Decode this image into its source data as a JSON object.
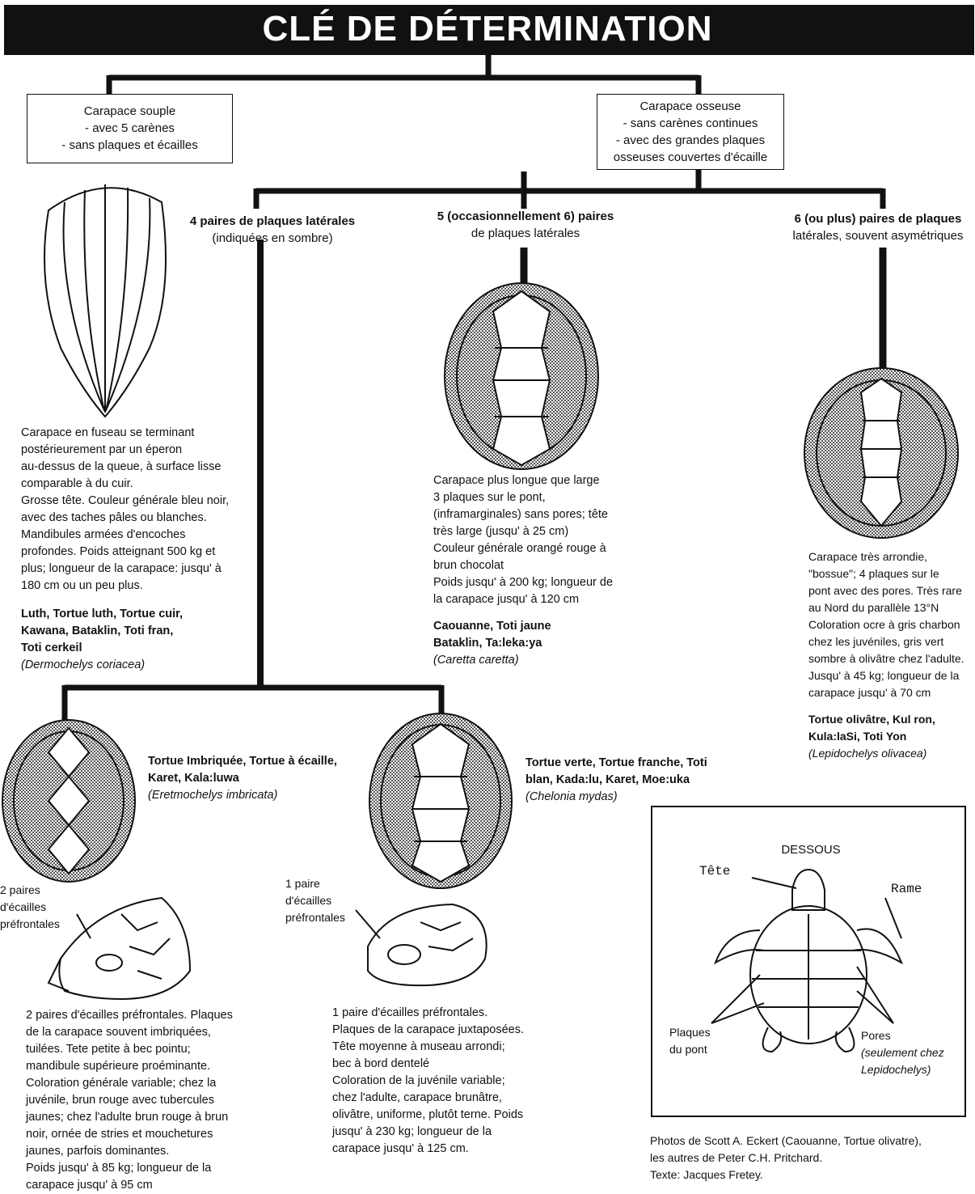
{
  "title": "CLÉ DE DÉTERMINATION",
  "soft_shell_box": "Carapace souple\n- avec 5 carènes\n- sans plaques et écailles",
  "bony_shell_box": "Carapace osseuse\n- sans carènes continues\n- avec des grandes plaques\nosseuses couvertes d'écaille",
  "branch_4": {
    "head": "4 paires de plaques latérales",
    "sub": "(indiquées en sombre)"
  },
  "branch_5": {
    "head": "5 (occasionnellement 6) paires",
    "sub": "de plaques latérales"
  },
  "branch_6": {
    "head": "6 (ou plus) paires de plaques",
    "sub": "latérales, souvent asymétriques"
  },
  "luth": {
    "desc": "Carapace en fuseau se terminant\npostérieurement par un éperon\nau-dessus de la queue, à surface lisse\ncomparable à du cuir.\nGrosse tête. Couleur générale bleu noir,\navec des taches pâles ou blanches.\nMandibules armées d'encoches\nprofondes. Poids atteignant 500 kg et\nplus; longueur de la carapace: jusqu' à\n180 cm ou un peu plus.",
    "names": "Luth, Tortue luth, Tortue cuir,\nKawana, Bataklin, Toti fran,\nToti cerkeil",
    "latin": "(Dermochelys coriacea)"
  },
  "caouanne": {
    "desc": "Carapace plus longue que large\n3 plaques sur le pont,\n(inframarginales) sans pores; tête\ntrès large (jusqu' à 25 cm)\nCouleur générale orangé rouge à\nbrun chocolat\nPoids jusqu' à 200 kg; longueur de\nla carapace jusqu' à 120 cm",
    "names": "Caouanne, Toti jaune\nBataklin, Ta:leka:ya",
    "latin": "(Caretta caretta)"
  },
  "olivatre": {
    "desc": "Carapace très arrondie,\n\"bossue\"; 4 plaques sur le\npont avec des pores. Très rare\nau Nord du parallèle 13°N\nColoration ocre à gris charbon\nchez les juvéniles, gris vert\nsombre à olivâtre chez l'adulte.\nJusqu' à 45 kg; longueur de la\ncarapace jusqu' à 70 cm",
    "names": "Tortue olivâtre, Kul ron,\nKula:laSi, Toti Yon",
    "latin": "(Lepidochelys olivacea)"
  },
  "imbriquee": {
    "names": "Tortue Imbriquée, Tortue à écaille,\nKaret, Kala:luwa",
    "latin": "(Eretmochelys imbricata)",
    "head_label": "2 paires\nd'écailles\npréfrontales",
    "desc": "2 paires d'écailles préfrontales. Plaques\nde la carapace souvent imbriquées,\ntuilées. Tete petite à bec pointu;\nmandibule supérieure proéminante.\nColoration générale variable; chez la\njuvénile, brun rouge avec tubercules\njaunes; chez l'adulte brun rouge à brun\nnoir, ornée de stries et mouchetures\njaunes, parfois dominantes.\nPoids jusqu' à 85 kg; longueur de la\ncarapace jusqu' à 95 cm"
  },
  "verte": {
    "names": "Tortue verte, Tortue franche, Toti\nblan, Kada:lu, Karet, Moe:uka",
    "latin": "(Chelonia mydas)",
    "head_label": "1 paire\nd'écailles\npréfrontales",
    "desc": "1 paire d'écailles préfrontales.\nPlaques de la carapace juxtaposées.\nTête moyenne à museau arrondi;\nbec à bord dentelé\nColoration de la juvénile variable;\nchez l'adulte, carapace brunâtre,\nolivâtre, uniforme, plutôt terne. Poids\njusqu' à 230 kg; longueur de la\ncarapace jusqu' à 125 cm."
  },
  "dessous": {
    "title": "DESSOUS",
    "tete": "Tête",
    "rame": "Rame",
    "plaques": "Plaques\ndu pont",
    "pores": "Pores",
    "pores_note": "(seulement chez\nLepidochelys)"
  },
  "credits": "Photos de Scott A. Eckert (Caouanne, Tortue olivatre),\nles autres de Peter C.H. Pritchard.\nTexte: Jacques Fretey.",
  "colors": {
    "ink": "#111111",
    "shade": "#7a7a7a"
  }
}
